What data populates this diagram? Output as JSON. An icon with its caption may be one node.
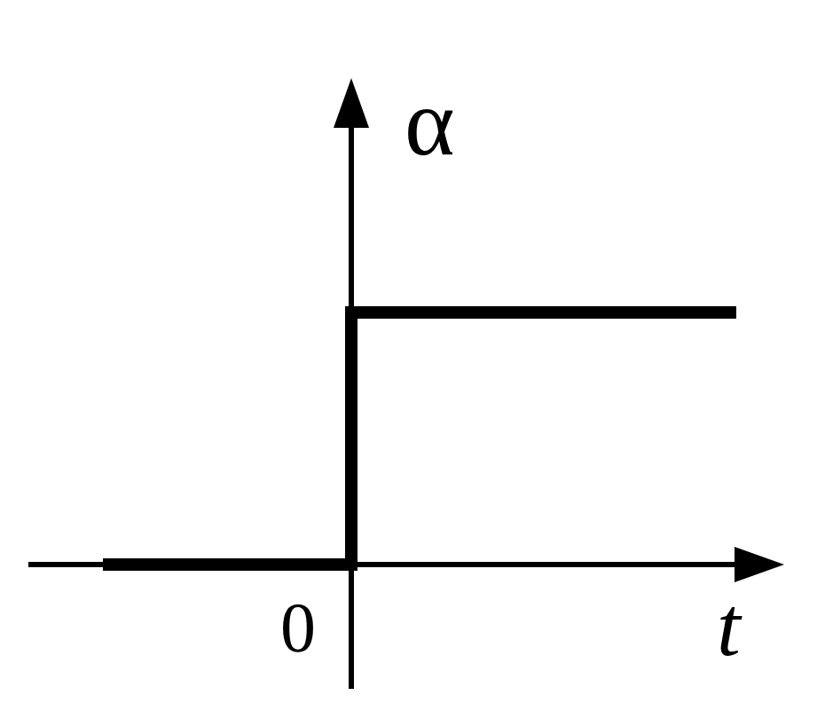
{
  "diagram": {
    "labels": [
      "α",
      "0",
      "t"
    ]
  }
}
